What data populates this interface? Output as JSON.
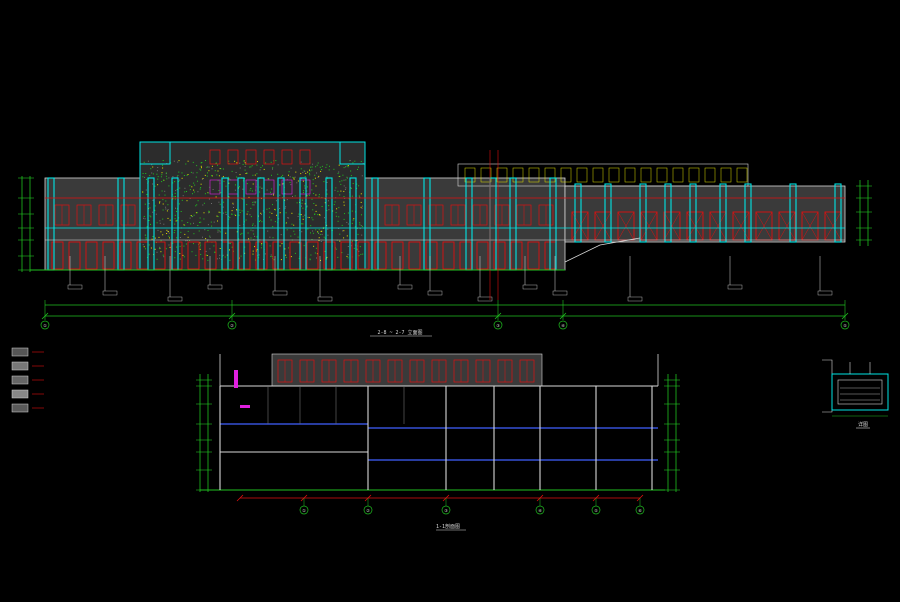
{
  "colors": {
    "background": "#000000",
    "cyan": "#00e5e5",
    "red": "#e01010",
    "green": "#20c020",
    "magenta": "#e020e0",
    "yellow": "#e0e000",
    "white": "#d8d8d8",
    "blue": "#4060ff",
    "grey": "#707070",
    "fill_grey": "#3a3a3a"
  },
  "elevation": {
    "grid_bubbles": [
      "①",
      "②",
      "③",
      "④",
      "⑤"
    ],
    "title": "2-8 ~ 2-7 立面图"
  },
  "section": {
    "grid_bubbles": [
      "①",
      "②",
      "③",
      "④",
      "⑤",
      "⑥"
    ],
    "title": "1-1剖面图"
  },
  "legend": {
    "swatch_count": 5
  },
  "detail": {
    "title": "详图"
  }
}
